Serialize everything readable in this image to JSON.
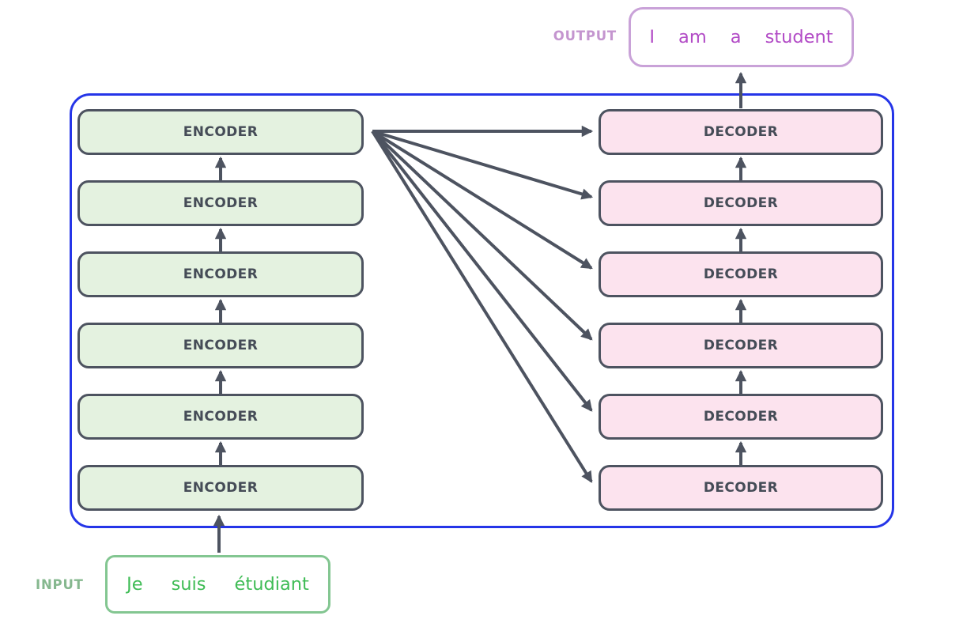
{
  "diagram_title": "transformer-encoder-decoder-stack",
  "labels": {
    "output": "OUTPUT",
    "input": "INPUT"
  },
  "output_box": {
    "words": [
      "I",
      "am",
      "a",
      "student"
    ]
  },
  "input_box": {
    "words": [
      "Je",
      "suis",
      "étudiant"
    ]
  },
  "encoder_stack": {
    "layers": [
      "ENCODER",
      "ENCODER",
      "ENCODER",
      "ENCODER",
      "ENCODER",
      "ENCODER"
    ]
  },
  "decoder_stack": {
    "layers": [
      "DECODER",
      "DECODER",
      "DECODER",
      "DECODER",
      "DECODER",
      "DECODER"
    ]
  },
  "palette": {
    "container_border": "#2535e8",
    "box_border": "#4d5360",
    "box_text": "#454c57",
    "encoder_fill": "#e4f2e0",
    "decoder_fill": "#fce3ee",
    "arrow": "#4d5360",
    "output_border": "#c9a2d8",
    "output_label": "#c495cf",
    "output_text": "#b24bc6",
    "input_border": "#83c691",
    "input_label": "#86b88f",
    "input_text": "#3fbc55"
  }
}
